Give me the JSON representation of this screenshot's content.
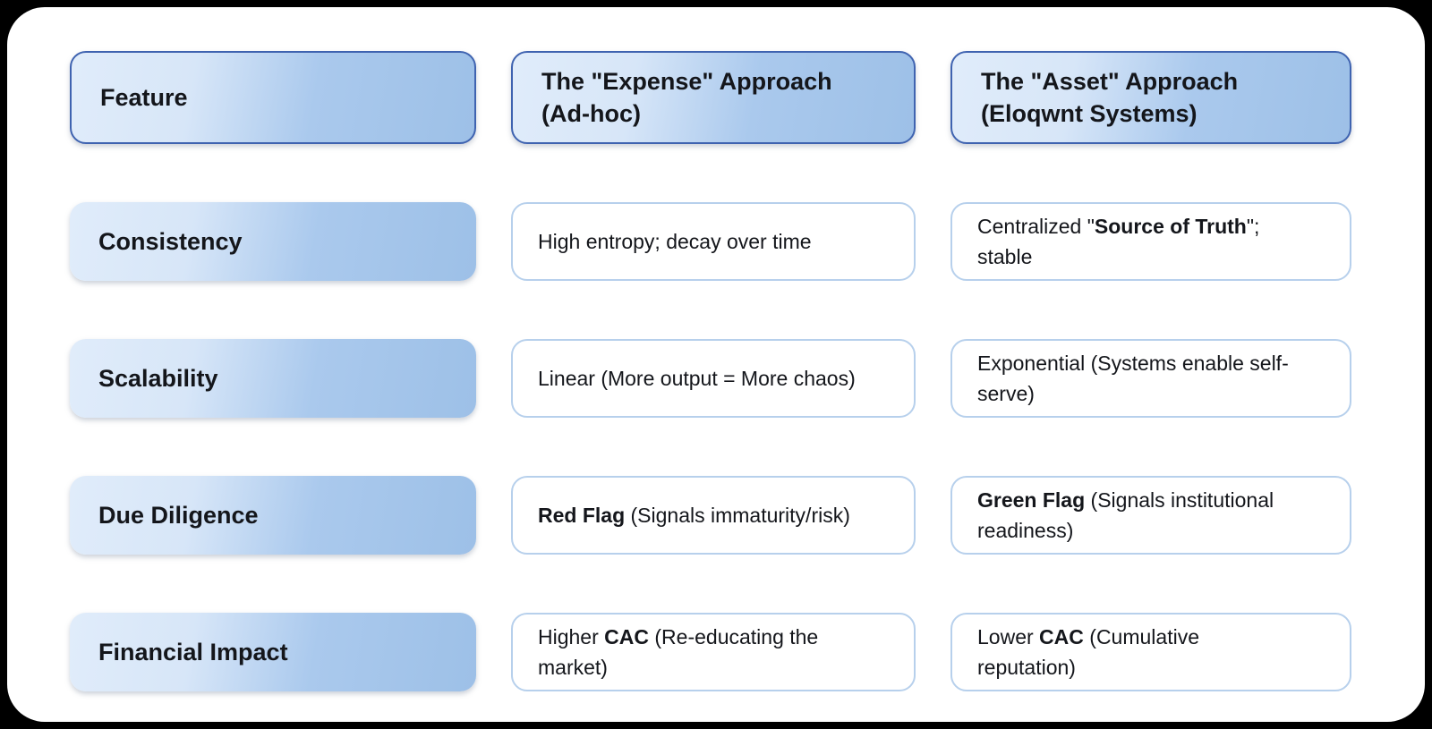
{
  "page": {
    "background_color": "#000000",
    "card_color": "#ffffff"
  },
  "colors": {
    "header_border": "#3f63b0",
    "body_cell_border": "#b7d0ec",
    "gradient_start": "#e0ecfa",
    "gradient_end": "#9dc0e7",
    "text": "#14161b"
  },
  "table": {
    "headers": [
      {
        "label": "Feature"
      },
      {
        "label": "The \"Expense\" Approach (Ad-hoc)"
      },
      {
        "label": "The \"Asset\" Approach (Eloqwnt Systems)"
      }
    ],
    "rows": [
      {
        "feature": "Consistency",
        "expense": [
          {
            "text": "High entropy; decay over time",
            "bold": false
          }
        ],
        "asset": [
          {
            "text": "Centralized \"",
            "bold": false
          },
          {
            "text": "Source of Truth",
            "bold": true
          },
          {
            "text": "\"; stable",
            "bold": false
          }
        ]
      },
      {
        "feature": "Scalability",
        "expense": [
          {
            "text": "Linear (More output = More chaos)",
            "bold": false
          }
        ],
        "asset": [
          {
            "text": "Exponential (Systems enable self-serve)",
            "bold": false
          }
        ]
      },
      {
        "feature": "Due Diligence",
        "expense": [
          {
            "text": "Red Flag",
            "bold": true
          },
          {
            "text": " (Signals immaturity/risk)",
            "bold": false
          }
        ],
        "asset": [
          {
            "text": "Green Flag",
            "bold": true
          },
          {
            "text": " (Signals institutional readiness)",
            "bold": false
          }
        ]
      },
      {
        "feature": "Financial Impact",
        "expense": [
          {
            "text": "Higher ",
            "bold": false
          },
          {
            "text": "CAC",
            "bold": true
          },
          {
            "text": " (Re-educating the market)",
            "bold": false
          }
        ],
        "asset": [
          {
            "text": "Lower ",
            "bold": false
          },
          {
            "text": "CAC",
            "bold": true
          },
          {
            "text": " (Cumulative reputation)",
            "bold": false
          }
        ]
      }
    ]
  }
}
